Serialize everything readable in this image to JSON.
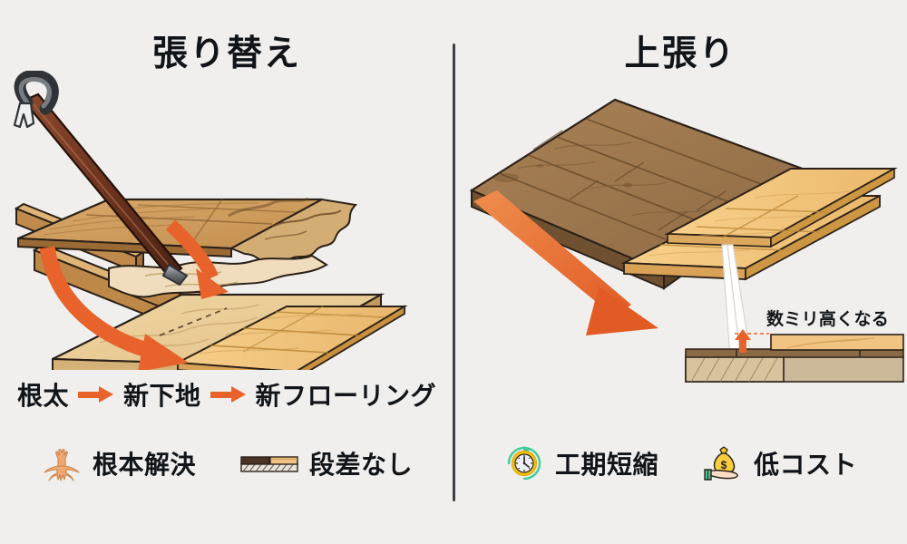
{
  "background_color": "#F0EFED",
  "accent_color": "#E8622B",
  "text_color": "#111418",
  "divider_color": "#3C4045",
  "left_panel": {
    "title": "張り替え",
    "illustration_name": "crowbar-removing-damaged-floorboards-and-new-subfloor",
    "flow": {
      "steps": [
        "根太",
        "新下地",
        "新フローリング"
      ],
      "arrow_glyph": "→"
    },
    "badges": [
      {
        "icon": "tree-root-icon",
        "label": "根本解決",
        "icon_color": "#E9A069"
      },
      {
        "icon": "floor-cross-section-icon",
        "label": "段差なし",
        "icon_color": "#4A3425"
      }
    ]
  },
  "right_panel": {
    "title": "上張り",
    "illustration_name": "new-planks-overlaid-on-existing-dark-floor",
    "callout": "数ミリ高くなる",
    "badges": [
      {
        "icon": "clock-refresh-icon",
        "label": "工期短縮",
        "icon_color": "#F5C518"
      },
      {
        "icon": "money-bag-in-hand-icon",
        "label": "低コスト",
        "icon_color": "#F5C518"
      }
    ]
  }
}
